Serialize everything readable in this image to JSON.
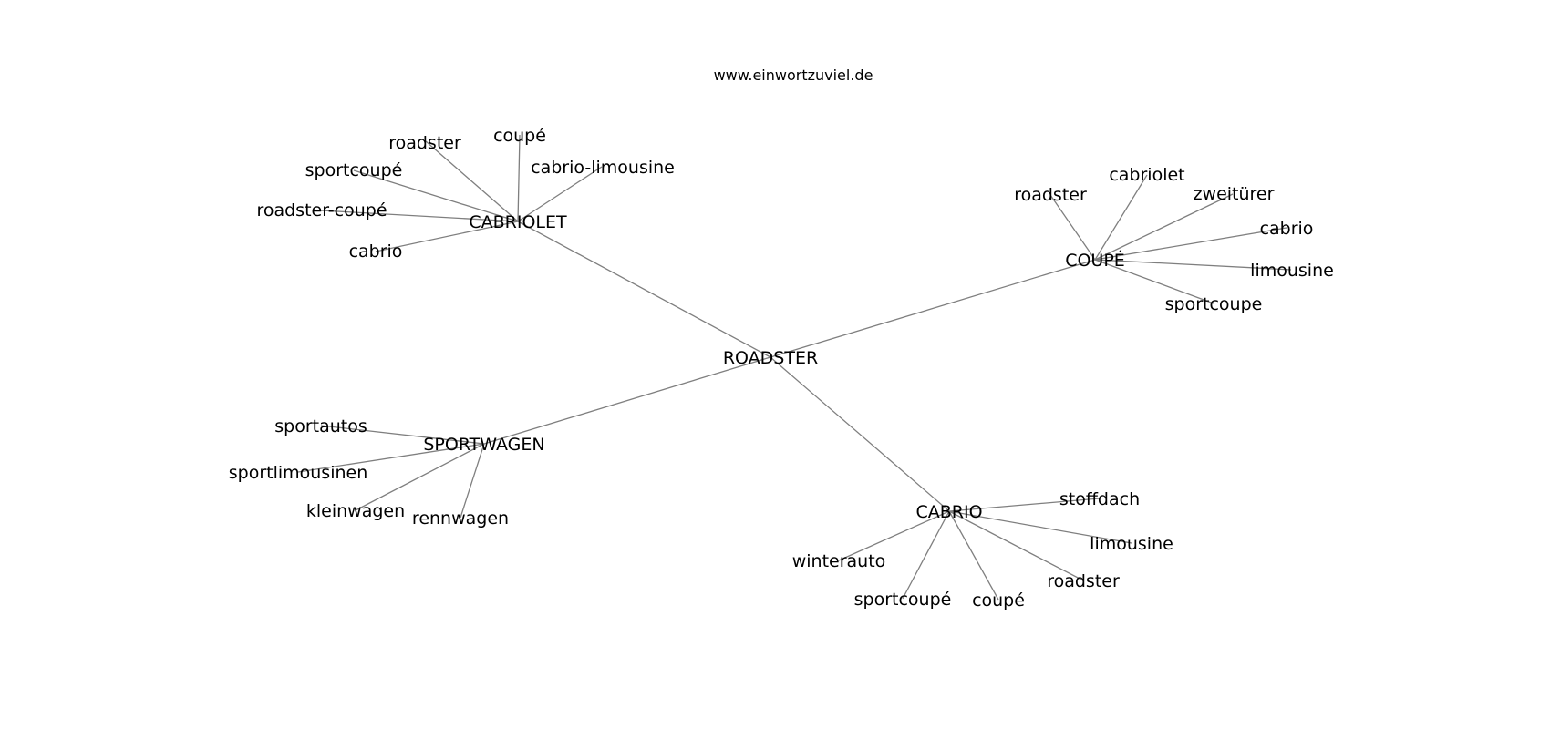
{
  "website": "www.einwortzuviel.de",
  "colors": {
    "edge": "#7f7f7f",
    "text": "#000000",
    "background": "#ffffff"
  },
  "center": {
    "id": "roadster",
    "label": "ROADSTER"
  },
  "hubs": [
    {
      "id": "cabriolet",
      "label": "CABRIOLET",
      "leaves": [
        "coupé",
        "roadster",
        "cabrio-limousine",
        "sportcoupé",
        "roadster-coupé",
        "cabrio"
      ]
    },
    {
      "id": "coupe",
      "label": "COUPÉ",
      "leaves": [
        "cabriolet",
        "roadster",
        "zweitürer",
        "cabrio",
        "limousine",
        "sportcoupe"
      ]
    },
    {
      "id": "sportwagen",
      "label": "SPORTWAGEN",
      "leaves": [
        "sportautos",
        "sportlimousinen",
        "kleinwagen",
        "rennwagen"
      ]
    },
    {
      "id": "cabrio",
      "label": "CABRIO",
      "leaves": [
        "stoffdach",
        "limousine",
        "roadster",
        "coupé",
        "sportcoupé",
        "winterauto"
      ]
    }
  ]
}
